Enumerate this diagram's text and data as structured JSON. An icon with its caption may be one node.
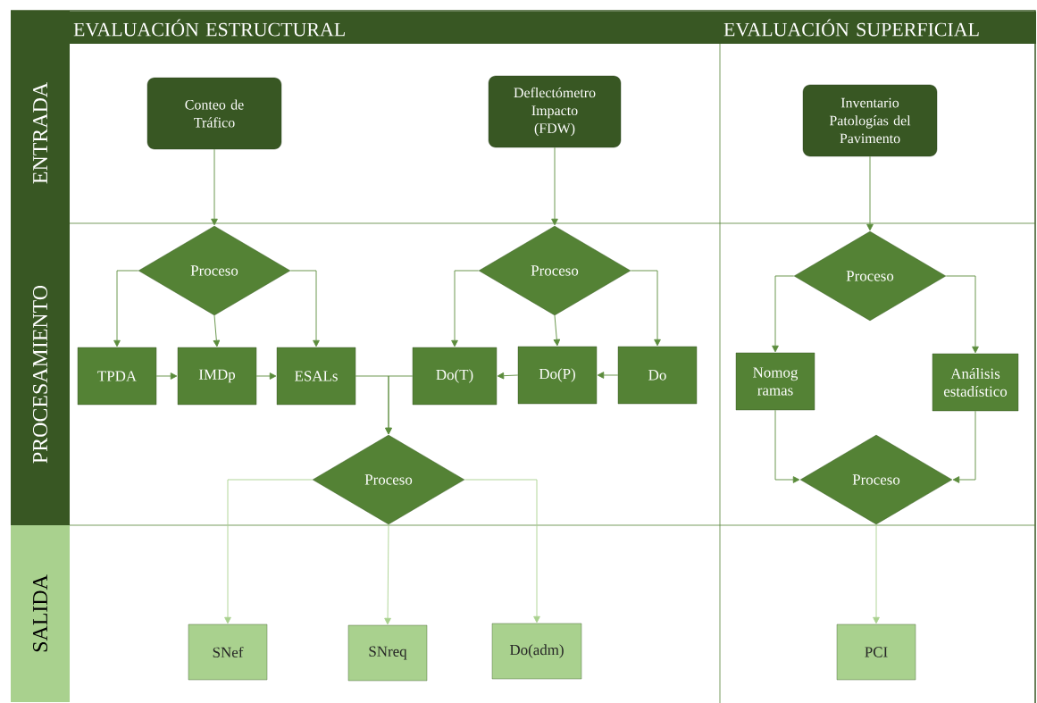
{
  "diagram": {
    "nodes": [
      {
        "text": [
          "EVALUACIÓN ESTRUCTURAL"
        ]
      },
      {
        "text": [
          "EVALUACIÓN SUPERFICIAL"
        ]
      },
      {
        "text": [
          "ENTRADA"
        ]
      },
      {
        "text": [
          "PROCESAMIENTO"
        ]
      },
      {
        "text": [
          "SALIDA"
        ]
      },
      {
        "text": [
          "Conteo de Tráfico"
        ]
      },
      {
        "text": [
          "Deflectómetro Impacto (FDW)"
        ]
      },
      {
        "text": [
          "Inventario Patologías del Pavimento"
        ]
      },
      {
        "text": [
          "Proceso"
        ]
      },
      {
        "text": [
          "Proceso"
        ]
      },
      {
        "text": [
          "Proceso"
        ]
      },
      {
        "text": [
          "TPDA"
        ]
      },
      {
        "text": [
          "IMDp"
        ]
      },
      {
        "text": [
          "ESALs"
        ]
      },
      {
        "text": [
          "Do(T)"
        ]
      },
      {
        "text": [
          "Do(P)"
        ]
      },
      {
        "text": [
          "Do"
        ]
      },
      {
        "text": [
          "Nomog ramas"
        ]
      },
      {
        "text": [
          "Análisis estadístico"
        ]
      },
      {
        "text": [
          "Proceso"
        ]
      },
      {
        "text": [
          "Proceso"
        ]
      },
      {
        "text": [
          "SNef"
        ]
      },
      {
        "text": [
          "SNreq"
        ]
      },
      {
        "text": [
          "Do(adm)"
        ]
      },
      {
        "text": [
          "PCI"
        ]
      }
    ],
    "edges": [
      {
        "from": 5,
        "to": 8,
        "arrow": "to"
      },
      {
        "from": 6,
        "to": 9,
        "arrow": "to"
      },
      {
        "from": 7,
        "to": 10,
        "arrow": "to"
      },
      {
        "from": 8,
        "to": 11,
        "arrow": "to"
      },
      {
        "from": 8,
        "to": 12,
        "arrow": "to"
      },
      {
        "from": 8,
        "to": 13,
        "arrow": "to"
      },
      {
        "from": 11,
        "to": 12,
        "arrow": "to"
      },
      {
        "from": 12,
        "to": 13,
        "arrow": "to"
      },
      {
        "from": 9,
        "to": 14,
        "arrow": "to"
      },
      {
        "from": 9,
        "to": 15,
        "arrow": "to"
      },
      {
        "from": 9,
        "to": 16,
        "arrow": "to"
      },
      {
        "from": 16,
        "to": 15,
        "arrow": "to"
      },
      {
        "from": 15,
        "to": 14,
        "arrow": "to"
      },
      {
        "from": 13,
        "to": 19,
        "arrow": "to"
      },
      {
        "from": 14,
        "to": 19,
        "arrow": "to"
      },
      {
        "from": 10,
        "to": 17,
        "arrow": "to"
      },
      {
        "from": 10,
        "to": 18,
        "arrow": "to"
      },
      {
        "from": 17,
        "to": 20,
        "arrow": "to"
      },
      {
        "from": 18,
        "to": 20,
        "arrow": "to"
      },
      {
        "from": 19,
        "to": 21,
        "arrow": "to",
        "color": "#a9d18e"
      },
      {
        "from": 19,
        "to": 22,
        "arrow": "to",
        "color": "#a9d18e"
      },
      {
        "from": 19,
        "to": 23,
        "arrow": "to",
        "color": "#a9d18e"
      },
      {
        "from": 20,
        "to": 24,
        "arrow": "to",
        "color": "#a9d18e"
      }
    ]
  }
}
